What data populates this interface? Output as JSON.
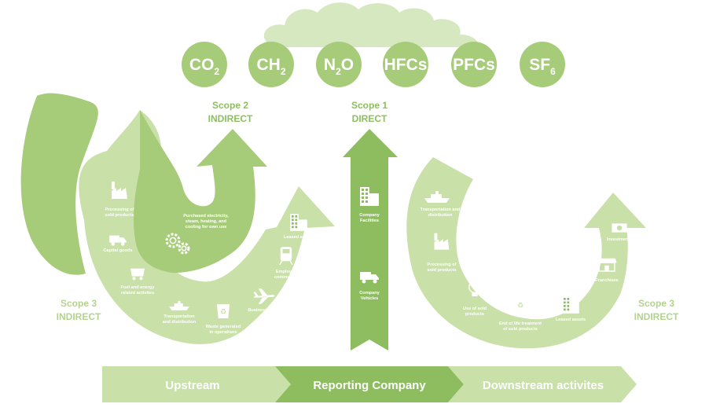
{
  "colors": {
    "light": "#c9e0a9",
    "medium": "#a7cc79",
    "dark": "#8dbd5e",
    "text_light": "#b3d38e",
    "text_dark": "#8cbf5f",
    "cloud": "#d6e8c0"
  },
  "gases": [
    {
      "base": "CO",
      "sub": "2"
    },
    {
      "base": "CH",
      "sub": "2"
    },
    {
      "base": "N",
      "sub": "2",
      "suffix": "O"
    },
    {
      "base": "HFCs",
      "sub": ""
    },
    {
      "base": "PFCs",
      "sub": ""
    },
    {
      "base": "SF",
      "sub": "6"
    }
  ],
  "scopes": {
    "scope2": {
      "line1": "Scope 2",
      "line2": "INDIRECT"
    },
    "scope1": {
      "line1": "Scope 1",
      "line2": "DIRECT"
    },
    "scope3_left": {
      "line1": "Scope 3",
      "line2": "INDIRECT"
    },
    "scope3_right": {
      "line1": "Scope 3",
      "line2": "INDIRECT"
    }
  },
  "scope2_label": [
    "Purchased electricity,",
    "steam, heating, and",
    "cooling for own use"
  ],
  "upstream_items": [
    {
      "icon": "factory-icon",
      "lines": [
        "Processing of",
        "sold products"
      ]
    },
    {
      "icon": "truck-icon",
      "lines": [
        "Capital goods"
      ]
    },
    {
      "icon": "fuel-cart-icon",
      "lines": [
        "Fuel and energy",
        "related activites"
      ]
    },
    {
      "icon": "ship-icon",
      "lines": [
        "Transportation",
        "and distribution"
      ]
    },
    {
      "icon": "recycle-bin-icon",
      "lines": [
        "Waste generated",
        "in operations"
      ]
    },
    {
      "icon": "airplane-icon",
      "lines": [
        "Business travel"
      ]
    },
    {
      "icon": "train-icon",
      "lines": [
        "Employee",
        "commuting"
      ]
    },
    {
      "icon": "building-icon",
      "lines": [
        "Leased assets"
      ]
    }
  ],
  "direct_items": [
    {
      "icon": "building-icon",
      "lines": [
        "Company",
        "Facilities"
      ]
    },
    {
      "icon": "truck-icon",
      "lines": [
        "Company",
        "Vehicles"
      ]
    }
  ],
  "downstream_items": [
    {
      "icon": "ship-icon",
      "lines": [
        "Transportation and",
        "distribution"
      ]
    },
    {
      "icon": "factory-icon",
      "lines": [
        "Processing of",
        "sold products"
      ]
    },
    {
      "icon": "lightbulb-icon",
      "lines": [
        "Use of sold",
        "products"
      ]
    },
    {
      "icon": "recycle-bin-icon",
      "lines": [
        "End of life treatment",
        "of sold products"
      ]
    },
    {
      "icon": "building-icon",
      "lines": [
        "Leased assets"
      ]
    },
    {
      "icon": "storefront-icon",
      "lines": [
        "Franchises"
      ]
    },
    {
      "icon": "money-icon",
      "lines": [
        "Investments"
      ]
    }
  ],
  "bar": {
    "upstream": "Upstream",
    "reporting": "Reporting Company",
    "downstream": "Downstream activites"
  }
}
